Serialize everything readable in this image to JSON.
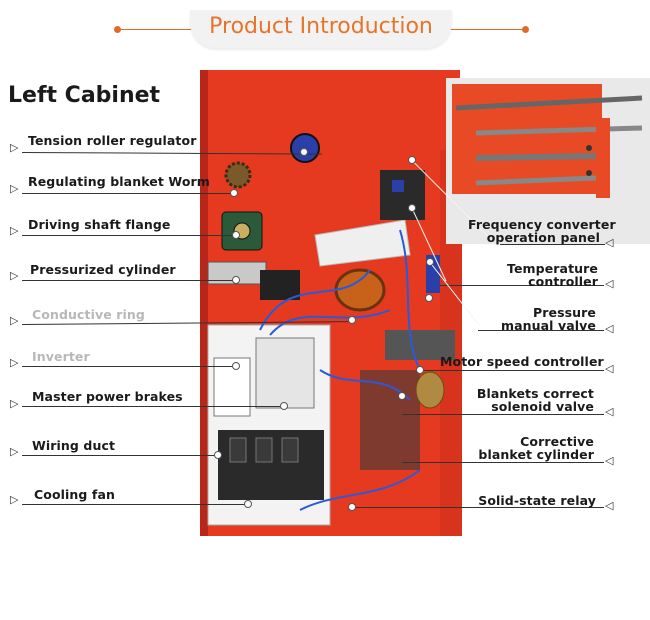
{
  "header": {
    "title": "Product Introduction",
    "accent": "#e8742a"
  },
  "section_title": "Left Cabinet",
  "labels_left": [
    "Tension roller regulator",
    "Regulating blanket Worm",
    "Driving shaft flange",
    "Pressurized cylinder",
    "Conductive ring",
    "Inverter",
    "Master power brakes",
    "Wiring duct",
    "Cooling fan"
  ],
  "labels_right": [
    [
      "Frequency converter",
      "operation panel"
    ],
    [
      "Temperature",
      "controller"
    ],
    [
      "Pressure",
      "manual valve"
    ],
    [
      "Motor speed controller"
    ],
    [
      "Blankets correct",
      "solenoid valve"
    ],
    [
      "Corrective",
      "blanket cylinder"
    ],
    [
      "Solid-state relay"
    ]
  ],
  "colors": {
    "cabinet": "#e63a20",
    "text": "#1a1a1a"
  },
  "icons": [
    "triangle-pointer-icon"
  ]
}
